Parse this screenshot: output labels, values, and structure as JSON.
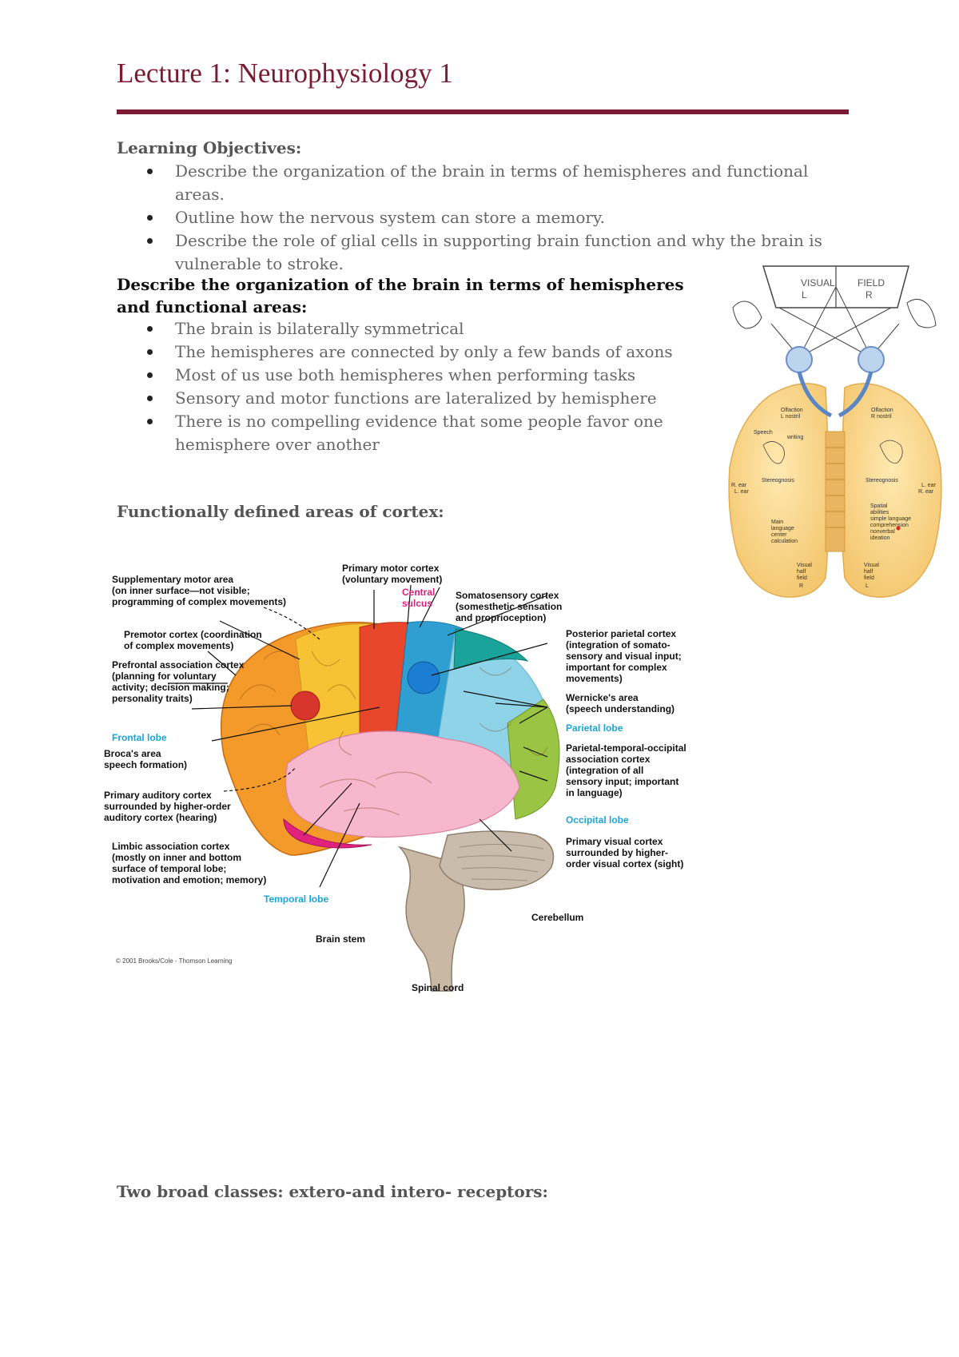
{
  "title": "Lecture 1: Neurophysiology 1",
  "learning_objectives": {
    "heading": "Learning Objectives:",
    "items": [
      "Describe the organization of the brain in terms of hemispheres and functional areas.",
      "Outline how the nervous system can store a memory.",
      "Describe the role of glial cells in supporting brain function and why the brain is vulnerable to stroke."
    ]
  },
  "organization": {
    "heading": "Describe the organization of the brain in terms of hemispheres and functional areas:",
    "items": [
      "The brain is bilaterally symmetrical",
      "The hemispheres are connected by only a few bands of axons",
      "Most of us use both hemispheres when performing tasks",
      "Sensory and motor functions are lateralized by hemisphere",
      "There is no compelling evidence that some people favor one hemisphere over another"
    ]
  },
  "cortex_heading": "Functionally defined areas of cortex:",
  "classes_heading": "Two broad classes: extero-and intero- receptors:",
  "brain_figure": {
    "labels": {
      "sma_1": "Supplementary motor area",
      "sma_2": "(on inner surface—not visible;",
      "sma_3": "programming of complex movements)",
      "pmc_1": "Primary motor cortex",
      "pmc_2": "(voluntary movement)",
      "cs_1": "Central",
      "cs_2": "sulcus",
      "ss_1": "Somatosensory cortex",
      "ss_2": "(somesthetic sensation",
      "ss_3": "and proprioception)",
      "prem_1": "Premotor cortex (coordination",
      "prem_2": "of complex movements)",
      "pf_1": "Prefrontal association cortex",
      "pf_2": "(planning for voluntary",
      "pf_3": "activity; decision making;",
      "pf_4": "personality traits)",
      "pp_1": "Posterior parietal cortex",
      "pp_2": "(integration of somato-",
      "pp_3": "sensory and visual input;",
      "pp_4": "important for complex",
      "pp_5": "movements)",
      "w_1": "Wernicke's area",
      "w_2": "(speech understanding)",
      "parietal": "Parietal lobe",
      "frontal": "Frontal lobe",
      "broca_1": "Broca's area",
      "broca_2": "speech formation)",
      "pto_1": "Parietal-temporal-occipital",
      "pto_2": "association cortex",
      "pto_3": "(integration of all",
      "pto_4": "sensory input; important",
      "pto_5": "in language)",
      "aud_1": "Primary auditory cortex",
      "aud_2": "surrounded by higher-order",
      "aud_3": "auditory cortex (hearing)",
      "occipital": "Occipital lobe",
      "lim_1": "Limbic association cortex",
      "lim_2": "(mostly on inner and bottom",
      "lim_3": "surface of temporal lobe;",
      "lim_4": "motivation and emotion; memory)",
      "vis_1": "Primary visual cortex",
      "vis_2": "surrounded by higher-",
      "vis_3": "order visual cortex (sight)",
      "temporal": "Temporal lobe",
      "cerebellum": "Cerebellum",
      "brainstem": "Brain stem",
      "copyright": "© 2001 Brooks/Cole - Thomson Learning",
      "spinal": "Spinal cord"
    }
  },
  "visual_figure": {
    "labels": {
      "visual": "VISUAL",
      "l": "L",
      "field": "FIELD",
      "r": "R",
      "olf_l_1": "Olfaction",
      "olf_l_2": "L nostril",
      "olf_r_1": "Olfaction",
      "olf_r_2": "R nostril",
      "speech": "Speech",
      "writing": "writing",
      "stereo_l": "Stereognosis",
      "stereo_r": "Stereognosis",
      "r_ear_1": "R. ear",
      "r_ear_2": "L. ear",
      "l_ear_1": "L. ear",
      "l_ear_2": "R. ear",
      "spatial_1": "Spatial",
      "spatial_2": "abilities",
      "spatial_3": "simple language",
      "spatial_4": "comprehension",
      "spatial_5": "nonverbal",
      "spatial_6": "ideation",
      "main_1": "Main",
      "main_2": "language",
      "main_3": "center",
      "main_4": "calculation",
      "vf_l_1": "Visual",
      "vf_l_2": "half",
      "vf_l_3": "field",
      "vf_l_4": "R",
      "vf_r_1": "Visual",
      "vf_r_2": "half",
      "vf_r_3": "field",
      "vf_r_4": "L"
    }
  }
}
